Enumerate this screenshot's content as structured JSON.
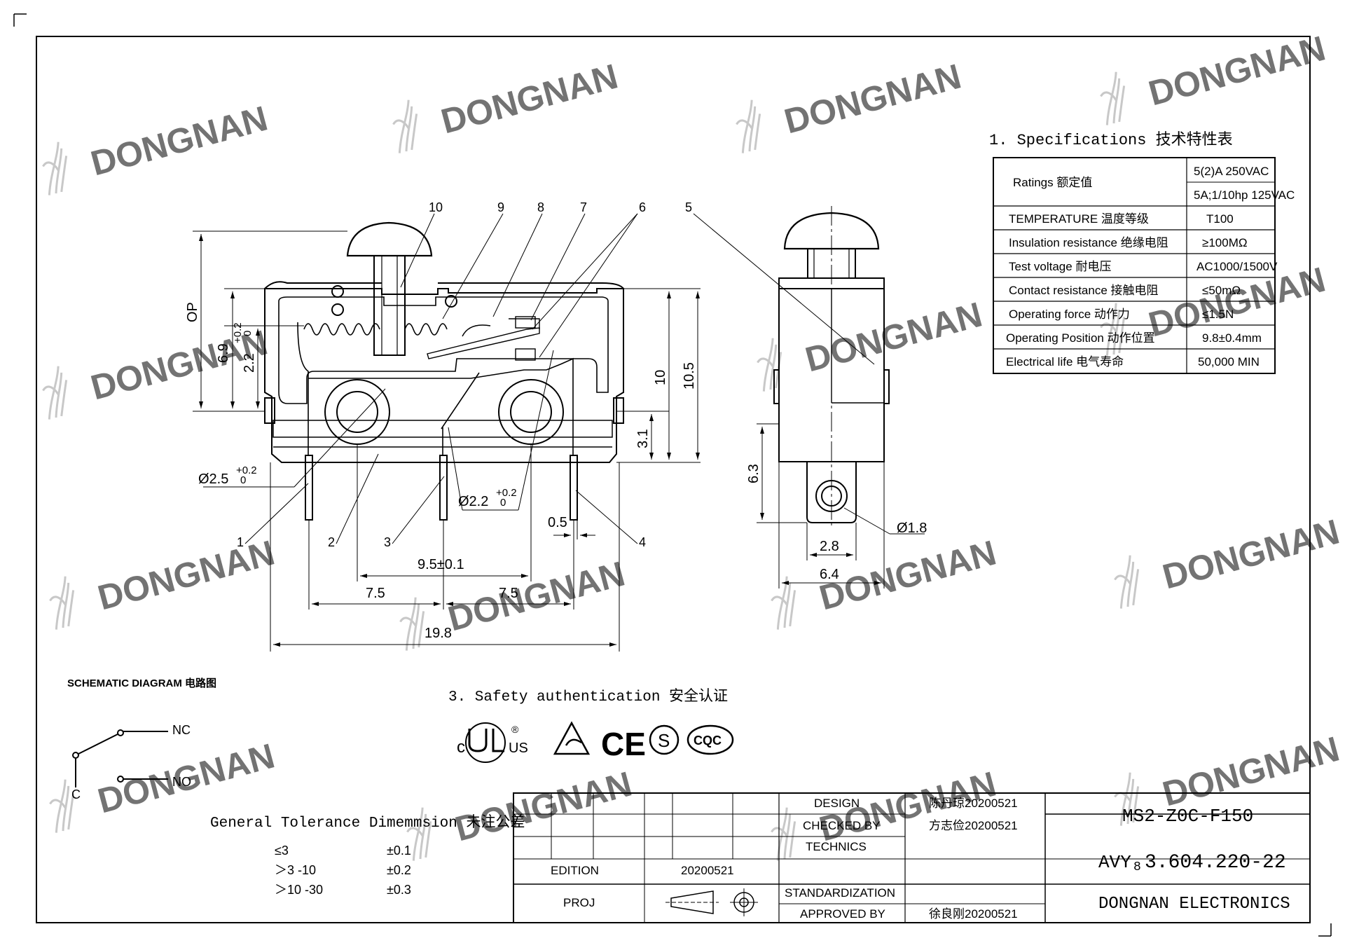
{
  "watermark": "DONGNAN",
  "spec_title": "1. Specifications  技术特性表",
  "spec_rows": [
    {
      "label": "Ratings 额定值",
      "values": [
        "5(2)A 250VAC",
        "5A;1/10hp 125VAC"
      ]
    },
    {
      "label": "TEMPERATURE 温度等级",
      "values": [
        "T100"
      ]
    },
    {
      "label": "Insulation resistance 绝缘电阻",
      "values": [
        "≥100MΩ"
      ]
    },
    {
      "label": "Test voltage 耐电压",
      "values": [
        "AC1000/1500V"
      ]
    },
    {
      "label": "Contact resistance 接触电阻",
      "values": [
        "≤50mΩ"
      ]
    },
    {
      "label": "Operating force 动作力",
      "values": [
        "≤1.5N"
      ]
    },
    {
      "label": "Operating Position 动作位置",
      "values": [
        "9.8±0.4mm"
      ]
    },
    {
      "label": "Electrical life 电气寿命",
      "values": [
        "50,000 MIN"
      ]
    }
  ],
  "part_numbers": [
    "10",
    "9",
    "8",
    "7",
    "6",
    "5",
    "1",
    "2",
    "3",
    "4"
  ],
  "dims": {
    "op": "OP",
    "h69": "6.9",
    "h22": "2.2",
    "h22_tol_upper": "+0.2",
    "h22_tol_lower": "0",
    "h10": "10",
    "h105": "10.5",
    "h31": "3.1",
    "d25": "Ø2.5",
    "d25_tol_upper": "+0.2",
    "d25_tol_lower": "0",
    "d22": "Ø2.2",
    "d22_tol_upper": "+0.2",
    "d22_tol_lower": "0",
    "w05": "0.5",
    "w95": "9.5±0.1",
    "w75a": "7.5",
    "w75b": "7.5",
    "w198": "19.8",
    "h63": "6.3",
    "d18": "Ø1.8",
    "w28": "2.8",
    "w64": "6.4"
  },
  "schematic": {
    "title": "SCHEMATIC DIAGRAM 电路图",
    "nc": "NC",
    "no": "NO",
    "c": "C"
  },
  "safety_title": "3. Safety authentication  安全认证",
  "cert_marks": [
    "c",
    "®",
    "US",
    "CE",
    "S",
    "CQC"
  ],
  "tolerance": {
    "title": "General Tolerance Dimemmsion 未注公差",
    "rows": [
      [
        "≤3",
        "±0.1"
      ],
      [
        "＞3 -10",
        "±0.2"
      ],
      [
        "＞10 -30",
        "±0.3"
      ]
    ]
  },
  "title_block": {
    "design_label": "DESIGN",
    "design_value": "陈丹琼20200521",
    "checked_label": "CHECKED BY",
    "checked_value": "方志俭20200521",
    "technics_label": "TECHNICS",
    "edition_label": "EDITION",
    "edition_value": "20200521",
    "proj_label": "PROJ",
    "std_label": "STANDARDIZATION",
    "approved_label": "APPROVED BY",
    "approved_value": "徐良刚20200521",
    "model": "MS2-Z0C-F150",
    "code_prefix": "AVY",
    "code_sub": "8",
    "code": "3.604.220-22",
    "company": "DONGNAN ELECTRONICS"
  }
}
